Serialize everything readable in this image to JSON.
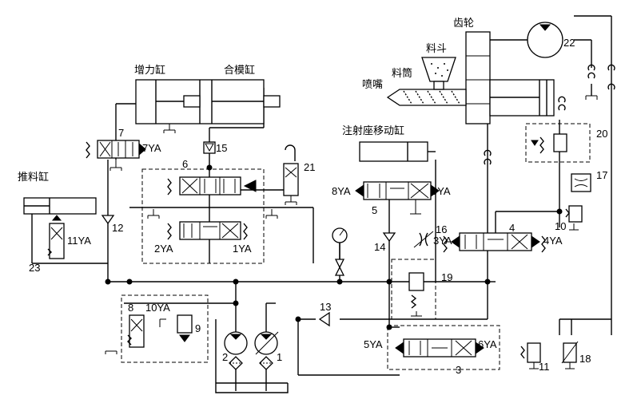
{
  "cn": {
    "gear": "齿轮",
    "hopper": "料斗",
    "nozzle": "喷嘴",
    "barrel": "料筒",
    "booster_cyl": "增力缸",
    "mold_cyl": "合模缸",
    "inject_seat_cyl": "注射座移动缸",
    "eject_cyl": "推料缸"
  },
  "coil": {
    "c1": "1YA",
    "c2": "2YA",
    "c3": "3YA",
    "c4": "4YA",
    "c5": "5YA",
    "c6": "6YA",
    "c7": "7YA",
    "c8": "8YA",
    "c9": "9YA",
    "c10": "10YA",
    "c11": "11YA"
  },
  "num": {
    "n1": "1",
    "n2": "2",
    "n3": "3",
    "n4": "4",
    "n5": "5",
    "n6": "6",
    "n7": "7",
    "n8": "8",
    "n9": "9",
    "n10": "10",
    "n11": "11",
    "n12": "12",
    "n13": "13",
    "n14": "14",
    "n15": "15",
    "n16": "16",
    "n17": "17",
    "n18": "18",
    "n19": "19",
    "n20": "20",
    "n21": "21",
    "n22": "22",
    "n23": "23"
  }
}
